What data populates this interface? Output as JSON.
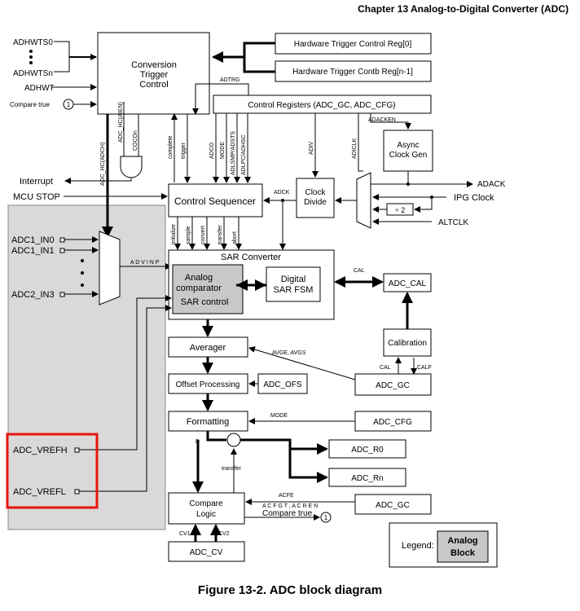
{
  "header": "Chapter 13 Analog-to-Digital Converter (ADC)",
  "caption": "Figure 13-2. ADC block diagram",
  "inputs": {
    "adhwts0": "ADHWTS0",
    "adhwtsn": "ADHWTSn",
    "adhwt": "ADHWT",
    "compare_true": "Compare true",
    "compare_ref": "1",
    "interrupt": "Interrupt",
    "mcu_stop": "MCU STOP",
    "adc1_in0": "ADC1_IN0",
    "adc1_in1": "ADC1_IN1",
    "adc2_in3": "ADC2_IN3",
    "adc_vrefh": "ADC_VREFH",
    "adc_vrefl": "ADC_VREFL"
  },
  "blocks": {
    "conversion_trigger": [
      "Conversion",
      "Trigger",
      "Control"
    ],
    "hw_trigger_0": "Hardware Trigger Control Reg[0]",
    "hw_trigger_n": "Hardware Trigger Contb  Reg[n-1]",
    "control_registers": "Control Registers (ADC_GC, ADC_CFG)",
    "async_clock": [
      "Async",
      "Clock Gen"
    ],
    "control_sequencer": "Control Sequencer",
    "clock_divide": [
      "Clock",
      "Divide"
    ],
    "div2": "÷ 2",
    "sar_converter": "SAR Converter",
    "analog_comparator": [
      "Analog",
      "comparator",
      "SAR control"
    ],
    "digital_sar": [
      "Digital",
      "SAR FSM"
    ],
    "adc_cal": "ADC_CAL",
    "calibration": "Calibration",
    "averager": "Averager",
    "adc_gc": "ADC_GC",
    "offset_processing": "Offset Processing",
    "adc_ofs": "ADC_OFS",
    "formatting": "Formatting",
    "adc_cfg": "ADC_CFG",
    "adc_r0": "ADC_R0",
    "adc_rn": "ADC_Rn",
    "compare_logic": [
      "Compare",
      "Logic"
    ],
    "adc_gc2": "ADC_GC",
    "adc_cv": "ADC_CV"
  },
  "clocks": {
    "adack": "ADACK",
    "ipg_clock": "IPG Clock",
    "altclk": "ALTCLK"
  },
  "signals": {
    "adtrg": "ADTRG",
    "adackenn": "ADACKEN",
    "adiv": "ADIV",
    "adiclk": "ADICLK",
    "adck": "ADCK",
    "adc_hc_adch": "ADC_HC(ADCH)",
    "adc_hc_aien": "ADC_HC(AIEN)",
    "cocon": "COCOn",
    "complete": "complete",
    "trigger": "trigger",
    "adco": "ADCO",
    "mode": "MODE",
    "adlsmp_adsts": "ADLSMP/ADSTS",
    "adlpc_adhsc": "ADLPC/ADHSC",
    "initialize": "initialize",
    "sample": "sample",
    "convert": "convert",
    "transfer": "transfer",
    "abort": "abort",
    "advinp": "A D V I N P",
    "cal": "CAL",
    "avge_avgs": "AVGE, AVGS",
    "cal2": "CAL",
    "calf": "CALF",
    "mode2": "MODE",
    "d": "D",
    "transfer2": "transfer",
    "acfe": "ACFE",
    "acfgt_acren": "A C F G T , A C R E N",
    "compare_true": "Compare true",
    "compare_ref": "1",
    "cv1": "CV1",
    "cv2": "CV2"
  },
  "legend": {
    "label": "Legend:",
    "item": [
      "Analog",
      "Block"
    ]
  },
  "colors": {
    "analog_shade": "#d9d9d9",
    "analog_block": "#c8c8c8",
    "highlight": "#e8130b"
  }
}
